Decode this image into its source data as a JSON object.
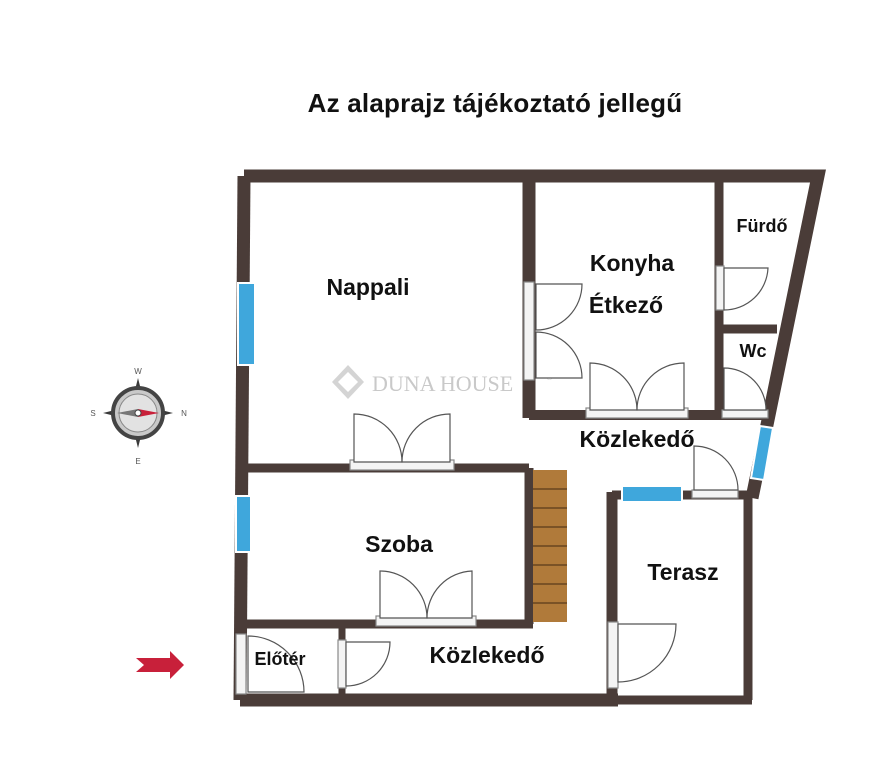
{
  "title": "Az alaprajz tájékoztató jellegű",
  "watermark": {
    "brand": "Duna House",
    "registered": "®"
  },
  "compass": {
    "north": "N",
    "south": "S",
    "east": "E",
    "west": "W"
  },
  "rooms": {
    "nappali": "Nappali",
    "konyha": "Konyha",
    "etkezo": "Étkező",
    "furdo": "Fürdő",
    "wc": "Wc",
    "kozlekedo_upper": "Közlekedő",
    "szoba": "Szoba",
    "terasz": "Terasz",
    "eloter": "Előtér",
    "kozlekedo_lower": "Közlekedő"
  },
  "icons": {
    "entrance": "entrance-arrow-icon",
    "compass": "compass-icon",
    "watermark_logo": "duna-house-logo-icon"
  },
  "colors": {
    "wall": "#4a3c38",
    "window": "#3fa7dc",
    "stairs": "#b07a3a",
    "entrance_arrow": "#c8203a",
    "compass_needle": "#c8203a"
  }
}
